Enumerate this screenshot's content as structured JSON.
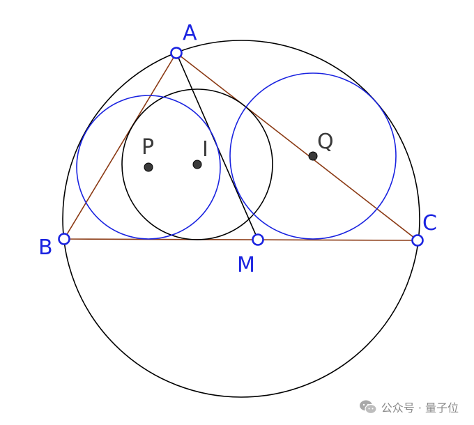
{
  "points": {
    "A": "A",
    "B": "B",
    "C": "C",
    "M": "M",
    "P": "P",
    "I": "I",
    "Q": "Q"
  },
  "watermark": {
    "text": "公众号 · 量子位",
    "icon": "wechat-icon"
  },
  "colors": {
    "triangle": "#8b3a14",
    "circle_black": "#000000",
    "circle_blue": "#1a23e0",
    "label_blue": "#1a23e0",
    "label_dark": "#3a3a3a",
    "point_dot": "#3a3a3a"
  }
}
